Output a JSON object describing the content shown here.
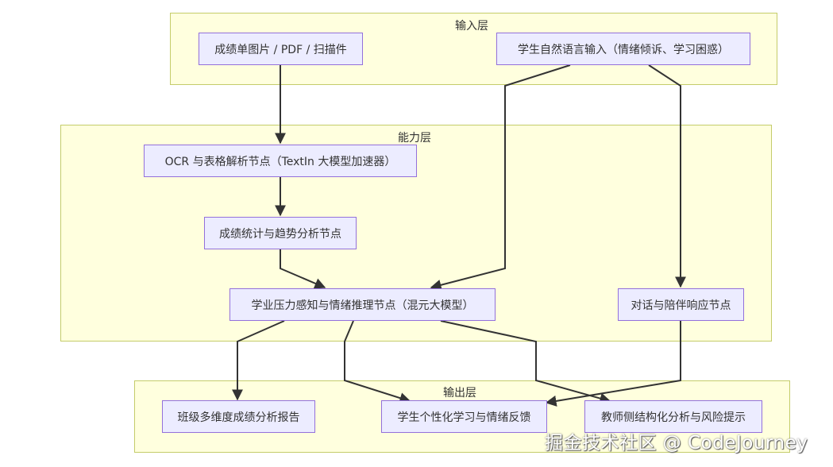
{
  "diagram": {
    "layers": [
      {
        "id": "input",
        "title": "输入层"
      },
      {
        "id": "capability",
        "title": "能力层"
      },
      {
        "id": "output",
        "title": "输出层"
      }
    ],
    "nodes": {
      "scan_input": "成绩单图片 / PDF / 扫描件",
      "nl_input": "学生自然语言输入（情绪倾诉、学习困惑）",
      "ocr": "OCR 与表格解析节点（TextIn 大模型加速器）",
      "stats": "成绩统计与趋势分析节点",
      "pressure": "学业压力感知与情绪推理节点（混元大模型）",
      "dialog": "对话与陪伴响应节点",
      "class_report": "班级多维度成绩分析报告",
      "student_feedback": "学生个性化学习与情绪反馈",
      "teacher_analysis": "教师侧结构化分析与风险提示"
    },
    "edges": [
      {
        "from": "scan_input",
        "to": "ocr"
      },
      {
        "from": "ocr",
        "to": "stats"
      },
      {
        "from": "stats",
        "to": "pressure"
      },
      {
        "from": "nl_input",
        "to": "pressure"
      },
      {
        "from": "nl_input",
        "to": "dialog"
      },
      {
        "from": "pressure",
        "to": "class_report"
      },
      {
        "from": "pressure",
        "to": "student_feedback"
      },
      {
        "from": "pressure",
        "to": "teacher_analysis"
      },
      {
        "from": "dialog",
        "to": "student_feedback"
      }
    ]
  },
  "colors": {
    "layer_fill": "#ffffde",
    "layer_border": "#c4cc6a",
    "node_fill": "#ececff",
    "node_border": "#9370db",
    "edge": "#333333"
  },
  "watermark": "掘金技术社区 @ CodeJourney"
}
